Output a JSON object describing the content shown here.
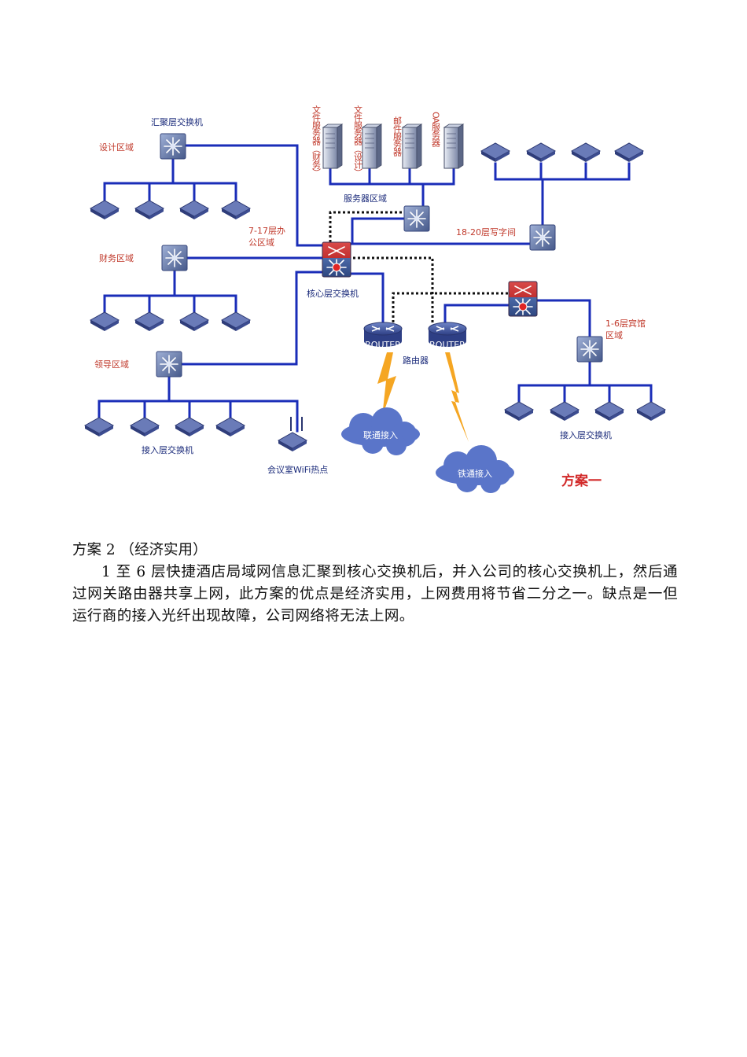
{
  "diagram": {
    "labels": {
      "agg_switch": "汇聚层交换机",
      "design_area": "设计区域",
      "finance_area": "财务区域",
      "leader_area": "领导区域",
      "access_switch_left": "接入层交换机",
      "wifi": "会议室WiFi热点",
      "office_area_line1": "7-17层办",
      "office_area_line2": "公区域",
      "core_switch": "核心层交换机",
      "server_area": "服务器区域",
      "servers": [
        "文件服务器（财务）",
        "文件服务器（设计）",
        "邮件服务器",
        "OA服务器"
      ],
      "floor_18_20": "18-20层写字间",
      "router": "路由器",
      "router_tag": "ROUTER",
      "hotel_line1": "1-6层宾馆",
      "hotel_line2": "区域",
      "access_switch_right": "接入层交换机",
      "unicom": "联通接入",
      "railcom": "铁通接入",
      "scheme_title": "方案一"
    },
    "colors": {
      "link": "#1a2db8",
      "dotted": "#111111",
      "switch": "#5a6e9a",
      "device": "#3f4f8c",
      "label_red": "#c0392b",
      "label_blue": "#1a2a7a",
      "lightning": "#f5a623",
      "cloud": "#5a75c9"
    }
  },
  "text": {
    "heading": "方案 2 （经济实用）",
    "body": "1 至 6 层快捷酒店局域网信息汇聚到核心交换机后，并入公司的核心交换机上，然后通过网关路由器共享上网，此方案的优点是经济实用，上网费用将节省二分之一。缺点是一但运行商的接入光纤出现故障，公司网络将无法上网。"
  }
}
